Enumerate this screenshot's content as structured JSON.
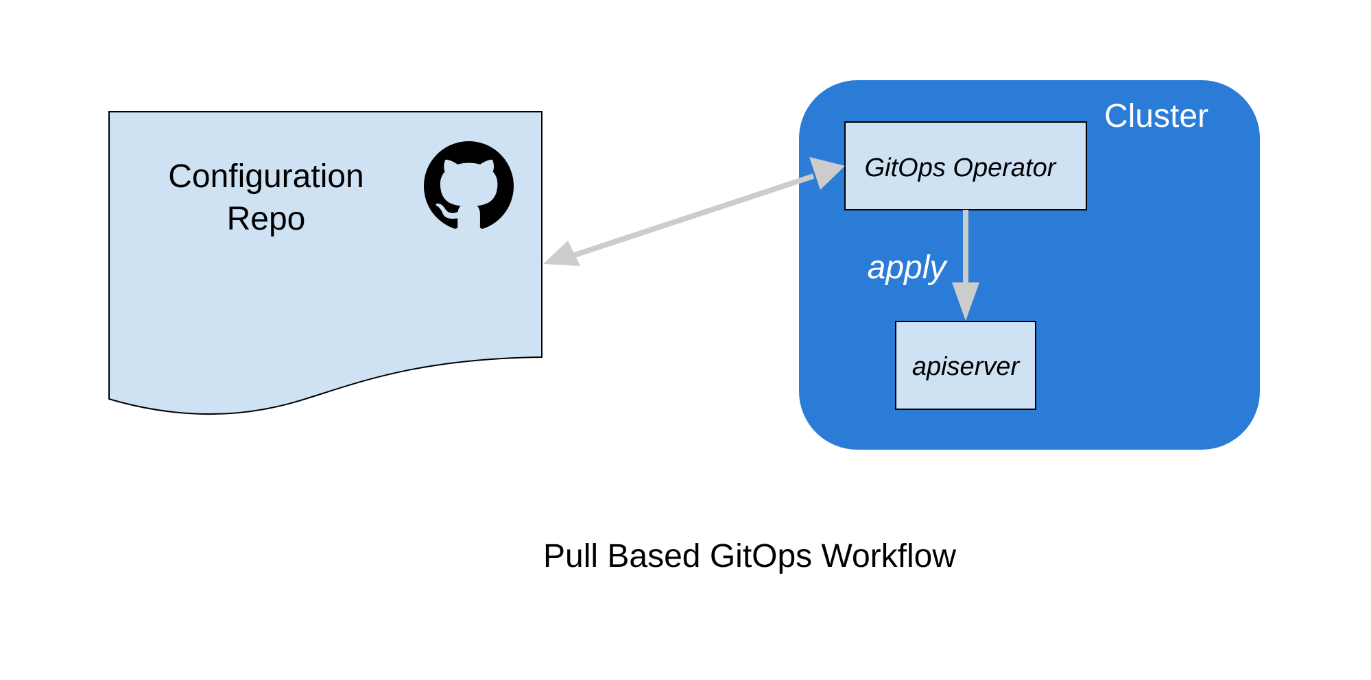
{
  "repo": {
    "title_line1": "Configuration",
    "title_line2": "Repo",
    "icon": "github-octocat-icon"
  },
  "cluster": {
    "label": "Cluster",
    "operator_label": "GitOps Operator",
    "apiserver_label": "apiserver",
    "apply_label": "apply"
  },
  "caption": "Pull Based GitOps Workflow",
  "colors": {
    "repo_fill": "#cfe2f3",
    "box_fill": "#cfe2f3",
    "cluster_fill": "#2a7cd6",
    "arrow": "#cccccc",
    "text_dark": "#000000",
    "text_light": "#ffffff"
  }
}
